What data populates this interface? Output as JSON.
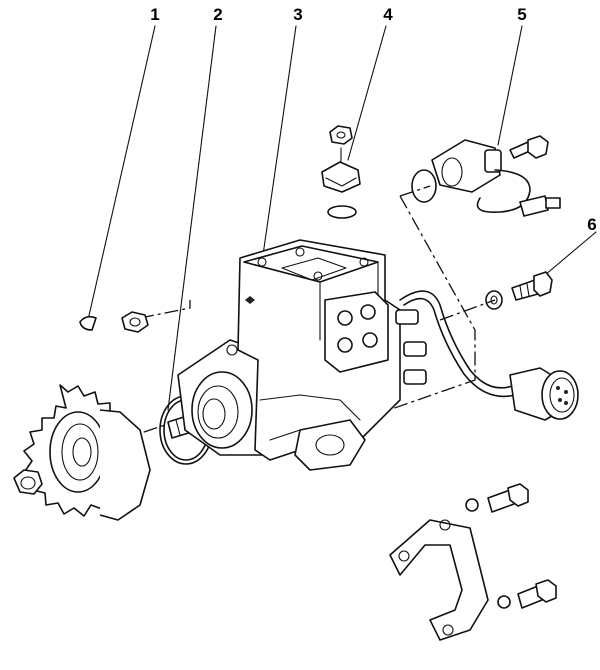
{
  "callouts": [
    {
      "id": "1",
      "label": "1"
    },
    {
      "id": "2",
      "label": "2"
    },
    {
      "id": "3",
      "label": "3"
    },
    {
      "id": "4",
      "label": "4"
    },
    {
      "id": "5",
      "label": "5"
    },
    {
      "id": "6",
      "label": "6"
    }
  ],
  "colors": {
    "line": "#111111",
    "background": "#ffffff"
  },
  "icons": [
    "key-icon",
    "seal-ring-icon",
    "pump-body-icon",
    "stop-solenoid-icon",
    "sensor-icon",
    "banjo-bolt-icon"
  ]
}
